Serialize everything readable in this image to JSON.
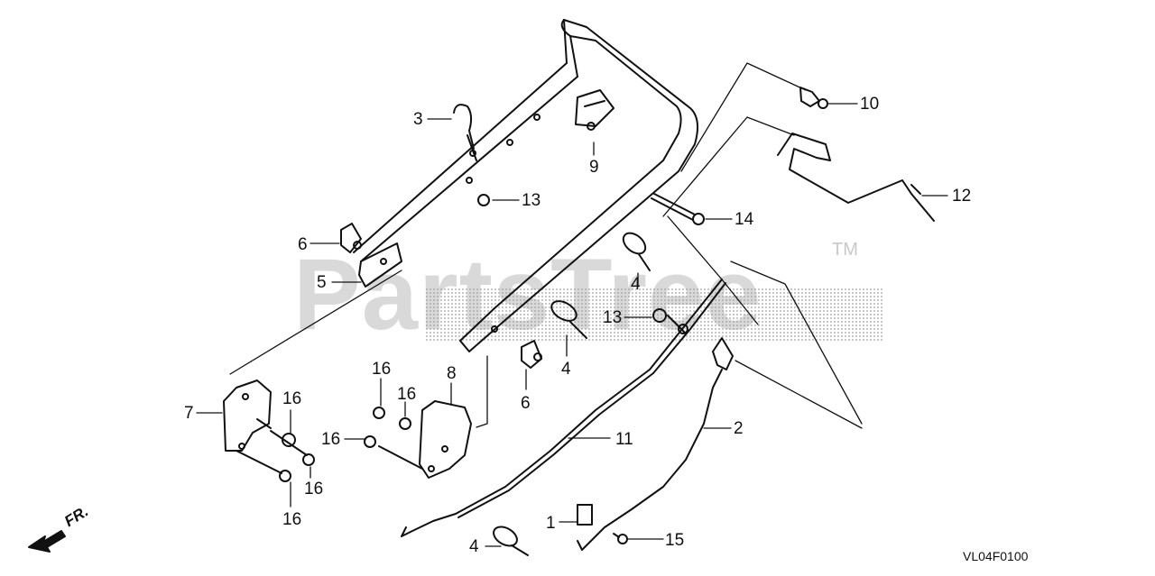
{
  "watermark": {
    "text": "PartsTree",
    "trademark": "TM"
  },
  "diagram_code": "VL04F0100",
  "front_marker": "FR.",
  "callouts": [
    {
      "id": "c3",
      "text": "3"
    },
    {
      "id": "c9",
      "text": "9"
    },
    {
      "id": "c10",
      "text": "10"
    },
    {
      "id": "c12",
      "text": "12"
    },
    {
      "id": "c13a",
      "text": "13"
    },
    {
      "id": "c14",
      "text": "14"
    },
    {
      "id": "c6a",
      "text": "6"
    },
    {
      "id": "c5",
      "text": "5"
    },
    {
      "id": "c4a",
      "text": "4"
    },
    {
      "id": "c13b",
      "text": "13"
    },
    {
      "id": "c4b",
      "text": "4"
    },
    {
      "id": "c6b",
      "text": "6"
    },
    {
      "id": "c8",
      "text": "8"
    },
    {
      "id": "c16a",
      "text": "16"
    },
    {
      "id": "c16b",
      "text": "16"
    },
    {
      "id": "c16c",
      "text": "16"
    },
    {
      "id": "c7",
      "text": "7"
    },
    {
      "id": "c16d",
      "text": "16"
    },
    {
      "id": "c16e",
      "text": "16"
    },
    {
      "id": "c16f",
      "text": "16"
    },
    {
      "id": "c11",
      "text": "11"
    },
    {
      "id": "c2",
      "text": "2"
    },
    {
      "id": "c1",
      "text": "1"
    },
    {
      "id": "c4c",
      "text": "4"
    },
    {
      "id": "c15",
      "text": "15"
    }
  ]
}
